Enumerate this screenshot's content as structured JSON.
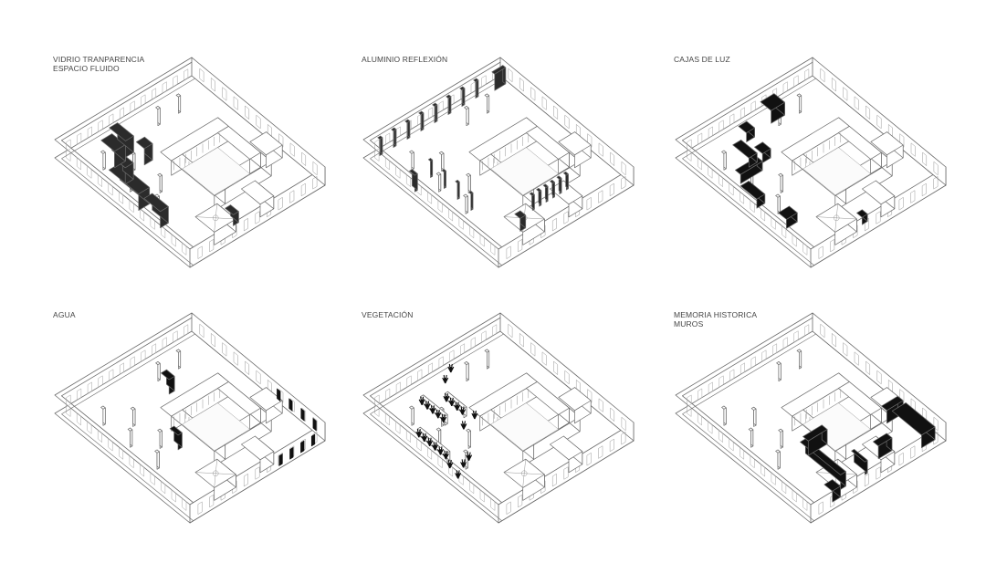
{
  "sheet": {
    "panels": [
      {
        "id": "vidrio",
        "title_lines": [
          "VIDRIO  TRANPARENCIA",
          "ESPACIO FLUIDO"
        ],
        "highlight": "glass"
      },
      {
        "id": "aluminio",
        "title_lines": [
          "ALUMINIO REFLEXIÓN"
        ],
        "highlight": "aluminum"
      },
      {
        "id": "cajas",
        "title_lines": [
          "CAJAS DE LUZ"
        ],
        "highlight": "lightboxes"
      },
      {
        "id": "agua",
        "title_lines": [
          "AGUA"
        ],
        "highlight": "water"
      },
      {
        "id": "vegetacion",
        "title_lines": [
          "VEGETACIÓN"
        ],
        "highlight": "vegetation"
      },
      {
        "id": "memoria",
        "title_lines": [
          "MEMORIA HISTORICA",
          "MUROS"
        ],
        "highlight": "walls"
      }
    ]
  },
  "colors": {
    "line": "#6a6a6a",
    "fill_dark": "#2b2b2b",
    "fill_black": "#111111",
    "paper": "#ffffff"
  }
}
